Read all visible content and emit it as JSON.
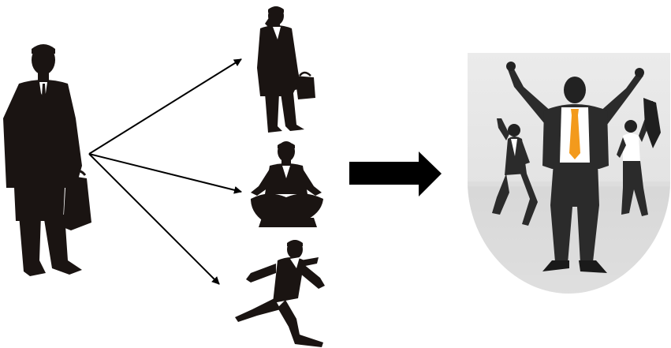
{
  "colors": {
    "background": "#ffffff",
    "silhouette": "#1a1412",
    "badge_light": "#f1f1f1",
    "badge_dark": "#dcdcdc",
    "suit_dark": "#2b2b2b",
    "shirt": "#ffffff",
    "tie_accent": "#f39a1c",
    "arrow": "#000000"
  },
  "figures": {
    "source": "standing-businessman-with-briefcase",
    "outcomes": [
      "businessman-on-phone-with-briefcase",
      "meditating-businessman",
      "running-businessman"
    ],
    "result": "celebrating-businessmen"
  },
  "arrows": {
    "branch_count": 3,
    "main_arrow": "block-arrow-right"
  }
}
